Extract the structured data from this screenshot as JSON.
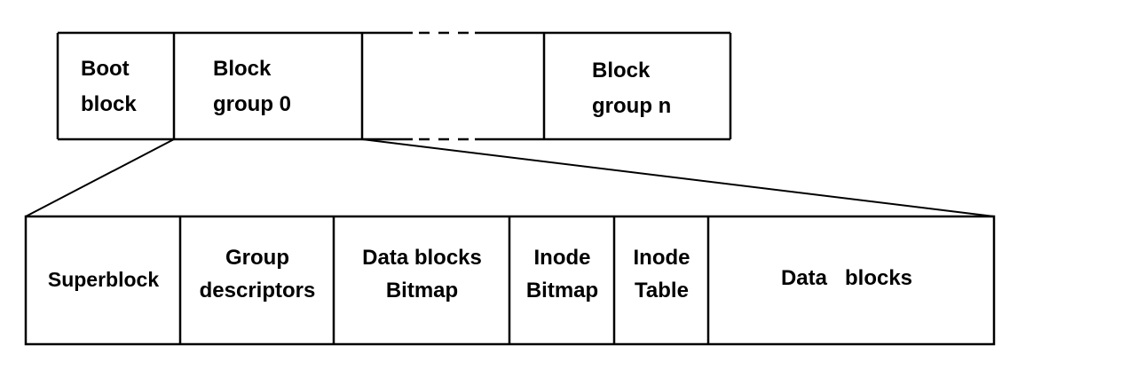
{
  "top_row": {
    "boot_block": "Boot\nblock",
    "block_group_0": "Block\ngroup 0",
    "block_group_n": "Block\ngroup n"
  },
  "bottom_row": {
    "superblock": "Superblock",
    "group_descriptors": "Group\ndescriptors",
    "data_blocks_bitmap": "Data blocks\nBitmap",
    "inode_bitmap": "Inode\nBitmap",
    "inode_table": "Inode\nTable",
    "data_blocks": "Data   blocks"
  },
  "colors": {
    "stroke": "#000000",
    "background": "#ffffff",
    "text": "#000000"
  }
}
